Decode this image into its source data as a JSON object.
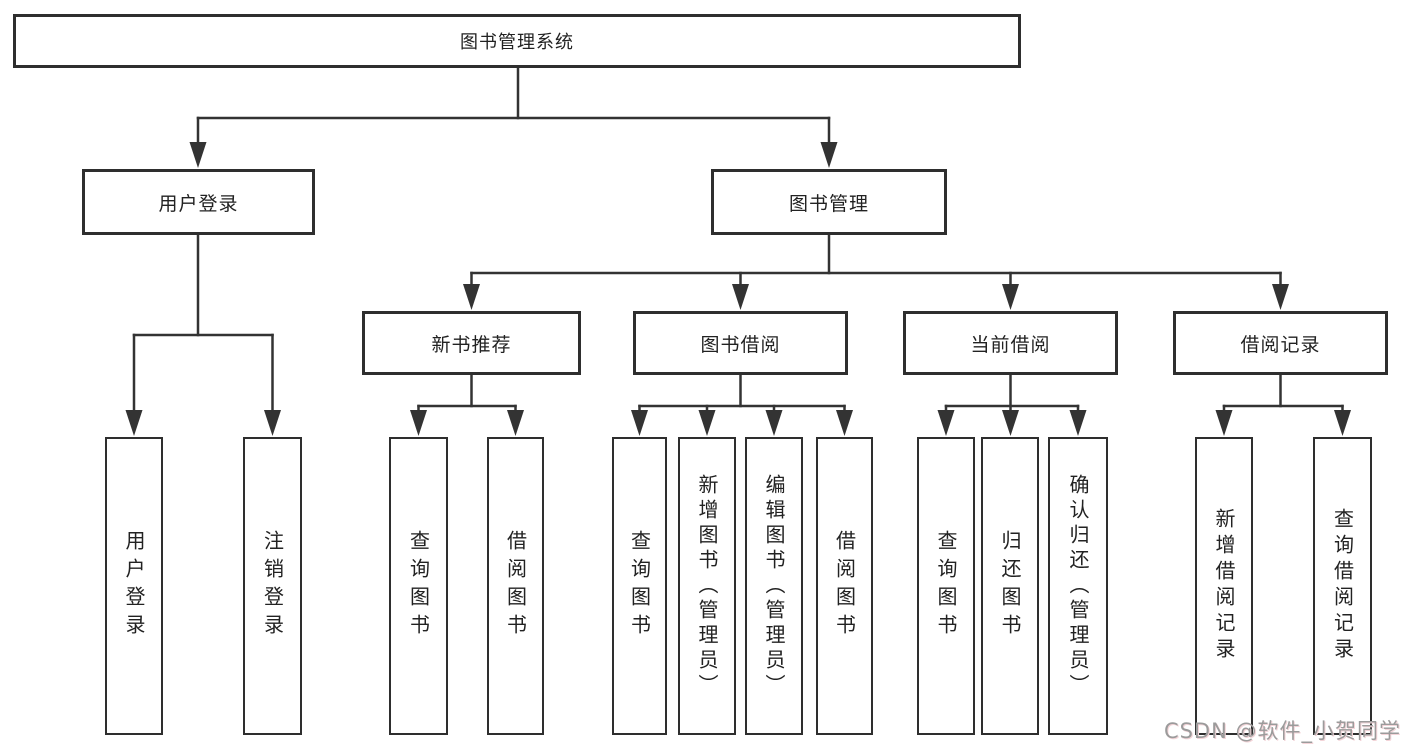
{
  "tree": {
    "root": {
      "label": "图书管理系统"
    },
    "branches": [
      {
        "label": "用户登录",
        "children": [
          {
            "label": "用户登录"
          },
          {
            "label": "注销登录"
          }
        ]
      },
      {
        "label": "图书管理",
        "children": [
          {
            "label": "新书推荐",
            "children": [
              {
                "label": "查询图书"
              },
              {
                "label": "借阅图书"
              }
            ]
          },
          {
            "label": "图书借阅",
            "children": [
              {
                "label": "查询图书"
              },
              {
                "label": "新增图书（管理员）"
              },
              {
                "label": "编辑图书（管理员）"
              },
              {
                "label": "借阅图书"
              }
            ]
          },
          {
            "label": "当前借阅",
            "children": [
              {
                "label": "查询图书"
              },
              {
                "label": "归还图书"
              },
              {
                "label": "确认归还（管理员）"
              }
            ]
          },
          {
            "label": "借阅记录",
            "children": [
              {
                "label": "新增借阅记录"
              },
              {
                "label": "查询借阅记录"
              }
            ]
          }
        ]
      }
    ]
  },
  "watermark": {
    "text": "CSDN @软件_小贺同学"
  },
  "colors": {
    "line": "#333333",
    "box_border": "#2e2e2e",
    "text": "#222222",
    "watermark": "#9b9b9b",
    "background": "#ffffff"
  }
}
